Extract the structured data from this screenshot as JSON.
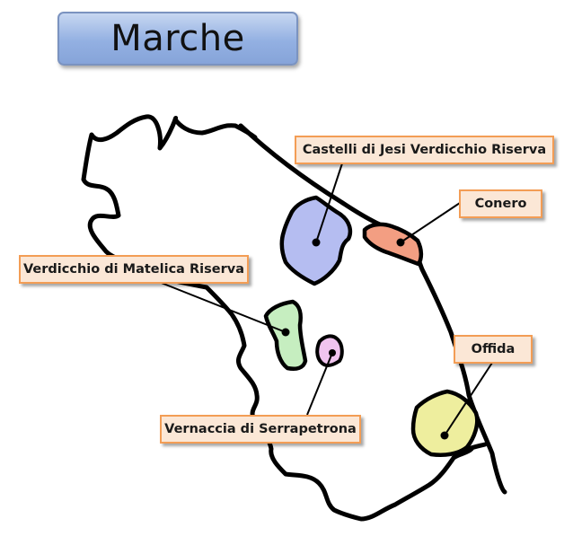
{
  "title": "Marche",
  "regions": [
    {
      "id": "castelli",
      "label": "Castelli di Jesi Verdicchio Riserva",
      "fill": "#b5bdf1"
    },
    {
      "id": "conero",
      "label": "Conero",
      "fill": "#f39e82"
    },
    {
      "id": "matelica",
      "label": "Verdicchio di Matelica Riserva",
      "fill": "#c6eec0"
    },
    {
      "id": "offida",
      "label": "Offida",
      "fill": "#eeee9e"
    },
    {
      "id": "serrapetrona",
      "label": "Vernaccia di Serrapetrona",
      "fill": "#f0c4ef"
    }
  ],
  "colors": {
    "label_border": "#f39d55",
    "label_fill": "#fbe7d6",
    "title_fill": "#93b0e2",
    "outline": "#000000"
  }
}
